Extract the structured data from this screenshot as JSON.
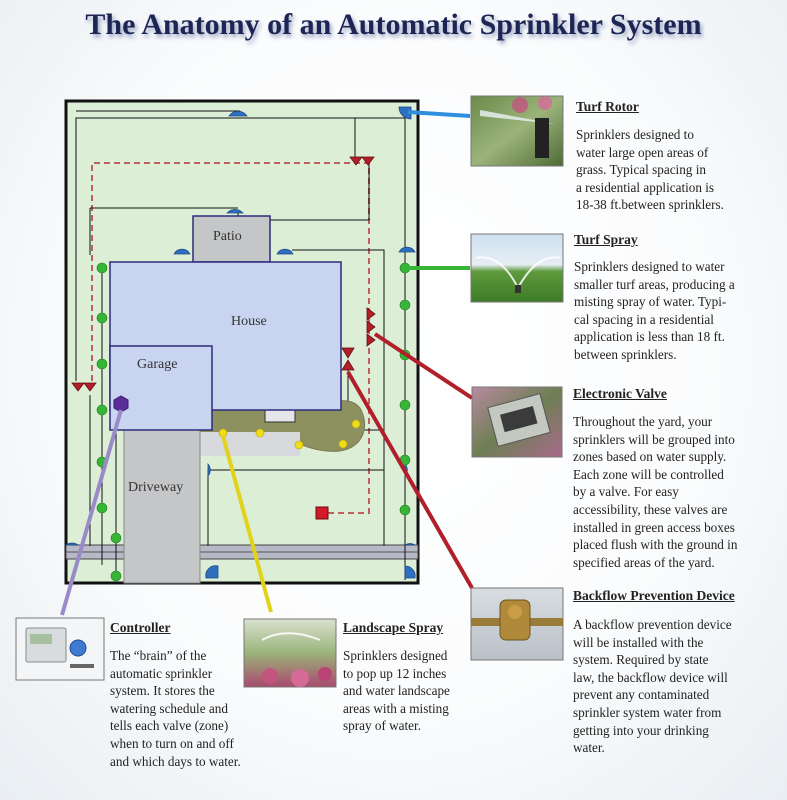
{
  "title": "The Anatomy of an Automatic Sprinkler System",
  "map": {
    "patio": "Patio",
    "house": "House",
    "garage": "Garage",
    "driveway": "Driveway"
  },
  "colors": {
    "yard": "#dcefd6",
    "house": "#c8d4f0",
    "pipe_dashed": "#c0605e",
    "turf_rotor": "#2f6fbf",
    "turf_spray": "#36b536",
    "valve": "#b11f2a",
    "controller": "#9a8bc8",
    "landscape_spray": "#e2d21a"
  },
  "callouts": {
    "turf_rotor": {
      "title": "Turf Rotor",
      "lines": [
        "Sprinklers designed to",
        "water large open areas of",
        "grass.  Typical spacing in",
        "a residential application is",
        "18-38 ft.between sprinklers."
      ]
    },
    "turf_spray": {
      "title": "Turf Spray",
      "lines": [
        "Sprinklers designed to water",
        "smaller turf areas, producing a",
        "misting spray of water.  Typi-",
        "cal spacing in a residential",
        "application is less than 18 ft.",
        "between sprinklers."
      ]
    },
    "electronic_valve": {
      "title": "Electronic Valve",
      "lines": [
        "Throughout the yard, your",
        "sprinklers will be grouped into",
        "zones based on water supply.",
        "Each zone will be controlled",
        "by a valve.  For easy",
        "accessibility, these valves are",
        "installed in green access boxes",
        "placed flush with the ground in",
        "specified areas of the yard."
      ]
    },
    "backflow": {
      "title": "Backflow Prevention Device",
      "lines": [
        "A backflow prevention device",
        "will be installed with the",
        "system.  Required by state",
        "law, the backflow device will",
        "prevent any contaminated",
        "sprinkler system water from",
        "getting into your drinking",
        "water."
      ]
    },
    "controller": {
      "title": "Controller",
      "lines": [
        "The “brain” of the",
        "automatic sprinkler",
        "system.  It stores the",
        "watering schedule and",
        "tells each valve (zone)",
        "when to turn on and off",
        "and which days to water."
      ]
    },
    "landscape_spray": {
      "title": "Landscape Spray",
      "lines": [
        "Sprinklers designed",
        "to pop up 12 inches",
        "and water landscape",
        "areas with a misting",
        "spray of water."
      ]
    }
  }
}
